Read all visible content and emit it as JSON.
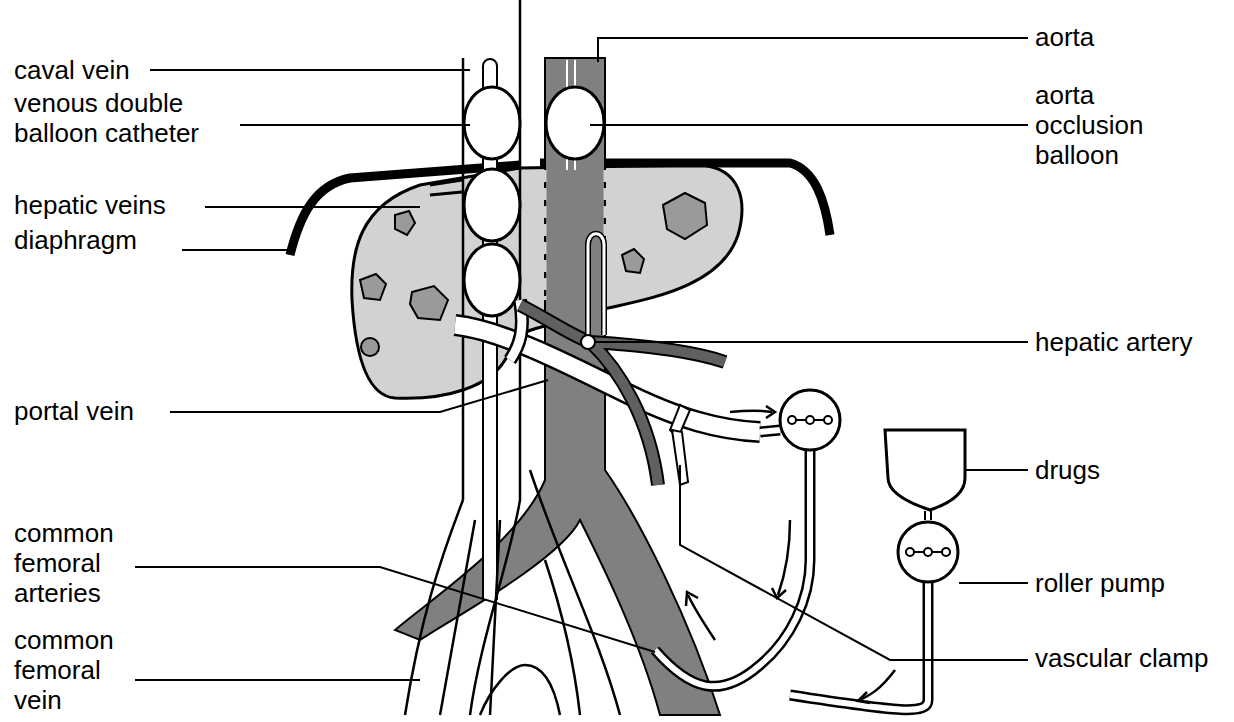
{
  "diagram": {
    "labels": [
      "caval vein",
      "venous double balloon catheter",
      "hepatic veins",
      "diaphragm",
      "portal vein",
      "common femoral arteries",
      "common femoral vein",
      "aorta",
      "aorta occlusion balloon",
      "hepatic artery",
      "drugs",
      "roller pump",
      "vascular clamp"
    ]
  }
}
